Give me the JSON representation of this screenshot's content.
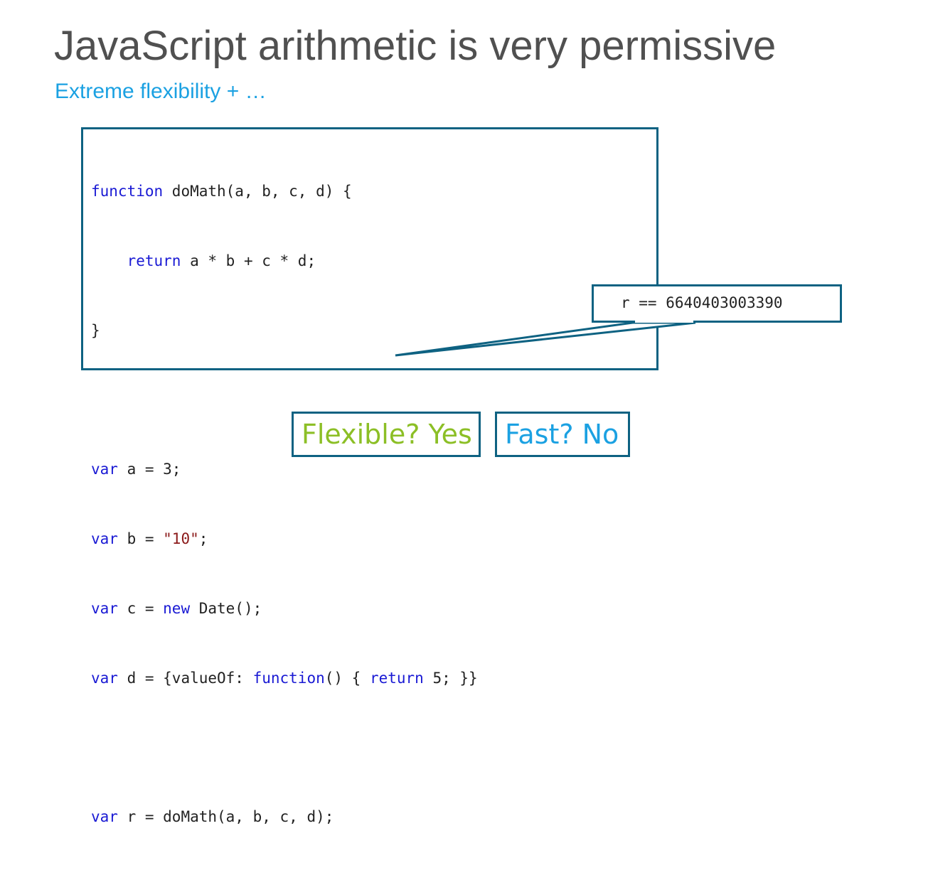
{
  "slide": {
    "title": "JavaScript arithmetic is very permissive",
    "subtitle": "Extreme flexibility + …"
  },
  "code": {
    "line1": {
      "kw": "function",
      "rest": " doMath(a, b, c, d) {"
    },
    "line2": {
      "indent": "    ",
      "kw": "return",
      "rest": " a * b + c * d;"
    },
    "line3": {
      "text": "}"
    },
    "line5": {
      "kw": "var",
      "rest": " a = 3;"
    },
    "line6": {
      "kw": "var",
      "rest": " b = ",
      "str": "\"10\"",
      "end": ";"
    },
    "line7": {
      "kw": "var",
      "mid": " c = ",
      "kw2": "new",
      "rest": " Date();"
    },
    "line8": {
      "kw": "var",
      "mid": " d = {valueOf: ",
      "kw2": "function",
      "mid2": "() { ",
      "kw3": "return",
      "rest": " 5; }}"
    },
    "line10": {
      "kw": "var",
      "rest": " r = doMath(a, b, c, d);"
    }
  },
  "callout": {
    "text": "r == 6640403003390"
  },
  "labels": {
    "flexible": "Flexible? Yes",
    "fast": "Fast? No"
  },
  "colors": {
    "title": "#505050",
    "accent_blue": "#1ba1e2",
    "accent_green": "#8cbf26",
    "border": "#0e6282",
    "keyword": "#1a1ad4",
    "string": "#8b1a1a"
  }
}
